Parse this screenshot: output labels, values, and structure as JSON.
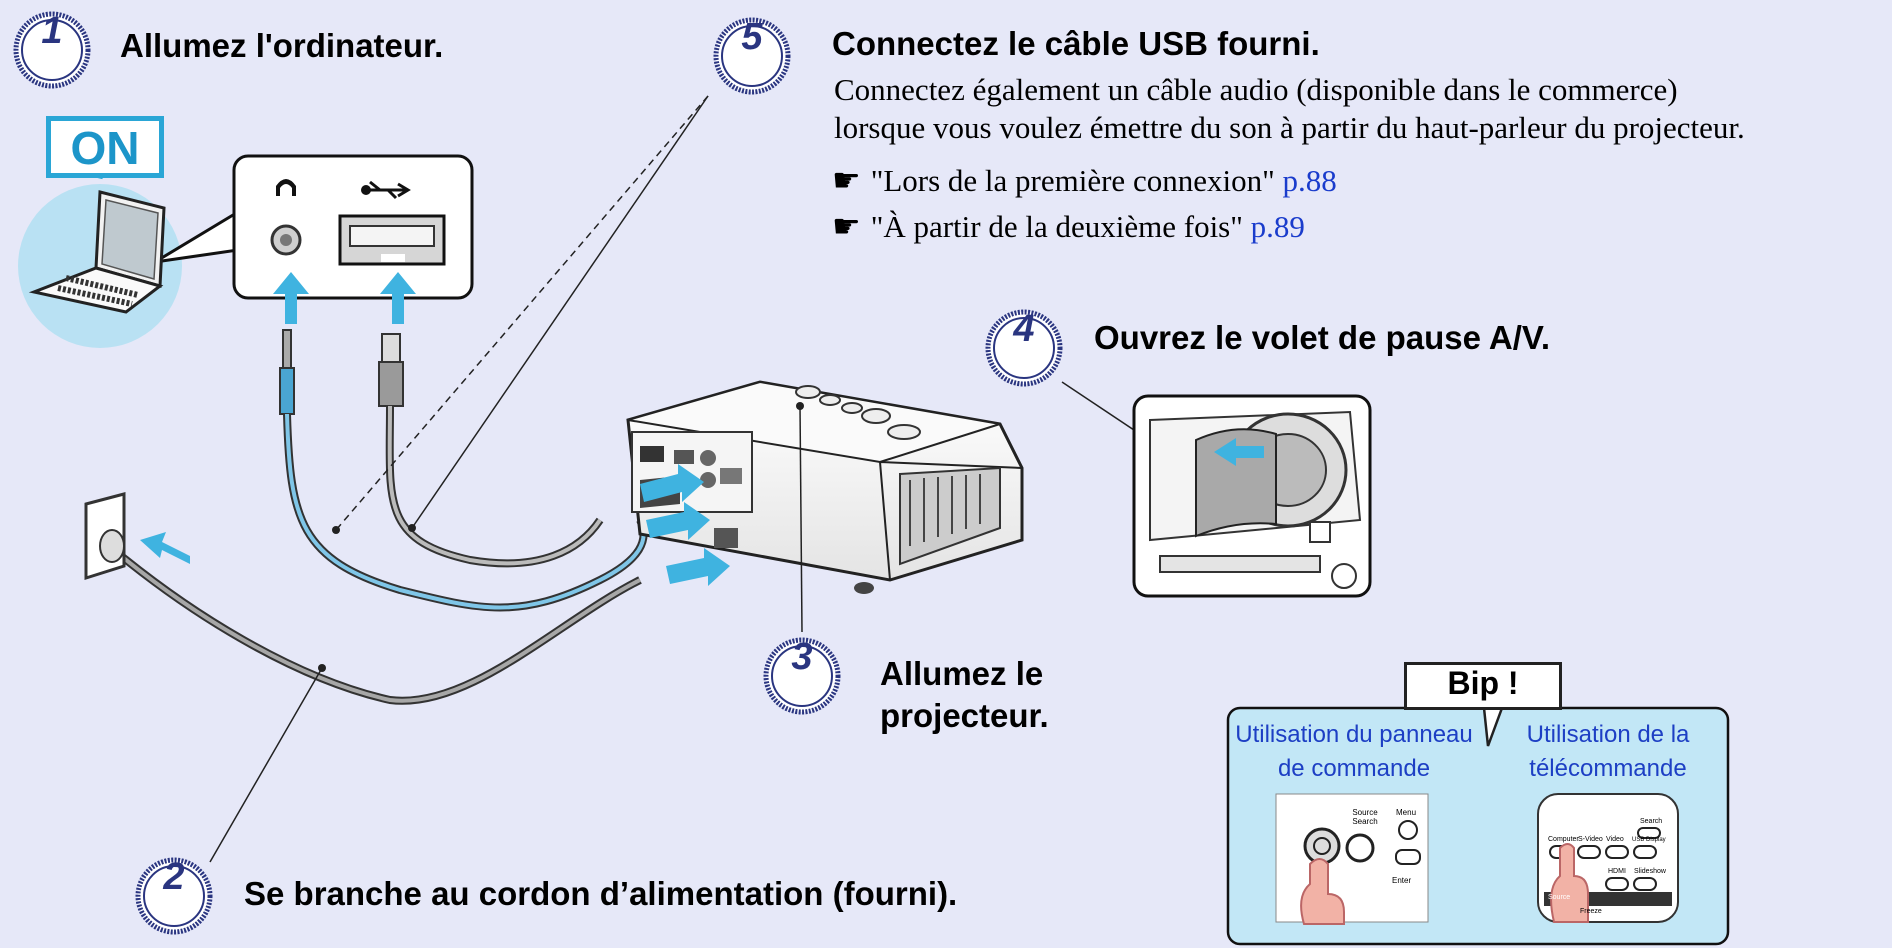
{
  "steps": [
    {
      "number": "1",
      "heading": "Allumez l'ordinateur."
    },
    {
      "number": "2",
      "heading": "Se branche au cordon d’alimentation (fourni)."
    },
    {
      "number": "3",
      "heading_line1": "Allumez le",
      "heading_line2": "projecteur."
    },
    {
      "number": "4",
      "heading": "Ouvrez le volet de pause A/V."
    },
    {
      "number": "5",
      "heading": "Connectez le câble USB fourni.",
      "body_line1": "Connectez également un câble audio (disponible dans le commerce)",
      "body_line2": "lorsque vous voulez émettre du son à partir du haut-parleur du projecteur."
    }
  ],
  "references": [
    {
      "icon": "pointing-hand-icon",
      "glyph": "☛",
      "text": "\"Lors de la première connexion\"",
      "page": "p.88"
    },
    {
      "icon": "pointing-hand-icon",
      "glyph": "☛",
      "text": "\"À partir de la deuxième fois\"",
      "page": "p.89"
    }
  ],
  "laptop_badge": "ON",
  "beep_label": "Bip !",
  "operation": {
    "panel_line1": "Utilisation du panneau",
    "panel_line2": "de commande",
    "remote_line1": "Utilisation de la",
    "remote_line2": "télécommande"
  },
  "panel_buttons": {
    "source": "Source",
    "search": "Search",
    "menu": "Menu",
    "enter": "Enter"
  },
  "remote_buttons": {
    "search": "Search",
    "svideo": "S-Video",
    "video": "Video",
    "usb": "USB Display",
    "hdmi": "HDMI",
    "slideshow": "Slideshow",
    "source": "Source",
    "freeze": "Freeze",
    "computer": "Computer"
  },
  "colors": {
    "background": "#e6e8f8",
    "accent_blue": "#2aa6d6",
    "step_circle": "#2a3580",
    "link": "#1a3ccc"
  }
}
